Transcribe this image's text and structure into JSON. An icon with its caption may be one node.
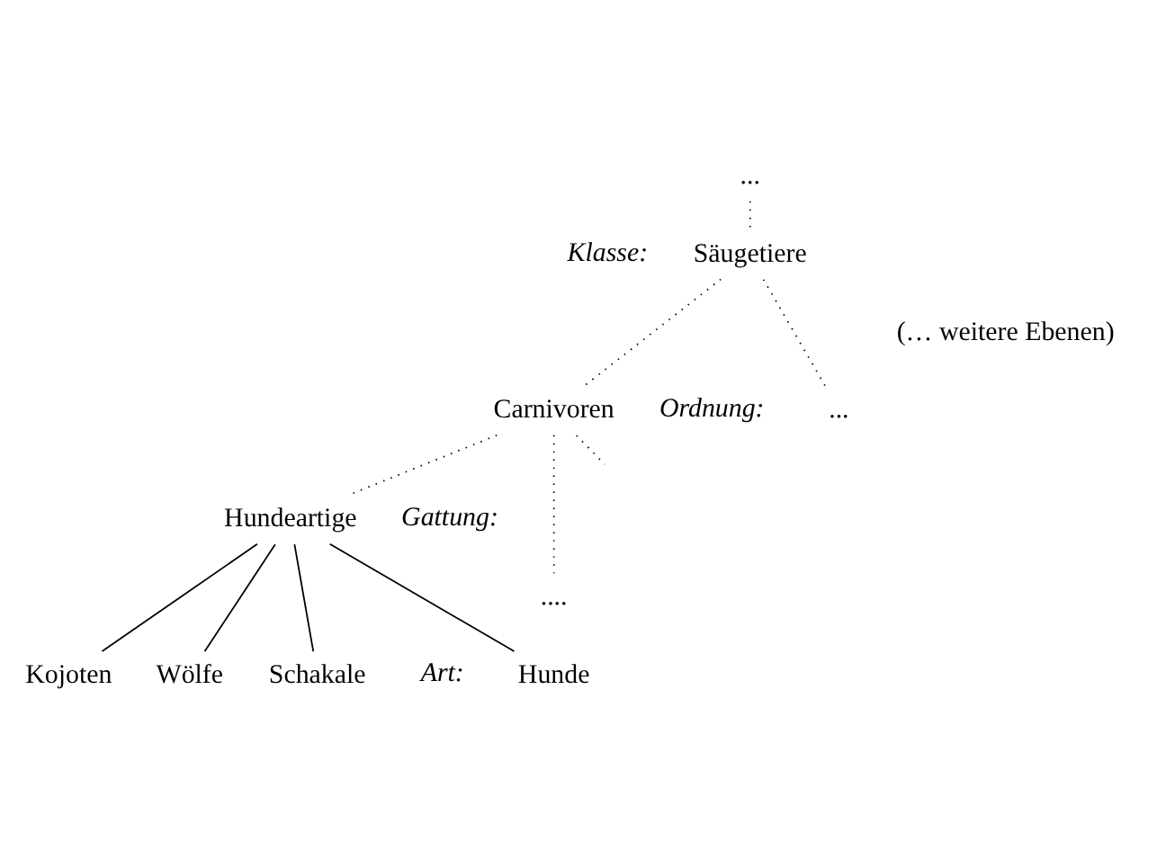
{
  "diagram": {
    "nodes": [
      {
        "text": [
          "..."
        ]
      },
      {
        "text": [
          "Säugetiere"
        ]
      },
      {
        "text": [
          "Carnivoren"
        ]
      },
      {
        "text": [
          "..."
        ]
      },
      {
        "text": [
          "Hundeartige"
        ]
      },
      {
        "text": [
          "...."
        ]
      },
      {
        "text": [
          "Hunde"
        ]
      },
      {
        "text": [
          "Kojoten"
        ]
      },
      {
        "text": [
          "Wölfe"
        ]
      },
      {
        "text": [
          "Schakale"
        ]
      }
    ],
    "edges": [
      {
        "from": 0,
        "to": 1,
        "arrow": "none",
        "style": "dashed"
      },
      {
        "from": 1,
        "to": 2,
        "arrow": "none",
        "style": "dashed"
      },
      {
        "from": 1,
        "to": 3,
        "arrow": "none",
        "style": "dashed"
      },
      {
        "from": 2,
        "to": 4,
        "arrow": "none",
        "style": "dashed"
      },
      {
        "from": 2,
        "to": null,
        "arrow": "none",
        "style": "dashed"
      },
      {
        "from": 2,
        "to": 5,
        "arrow": "none",
        "style": "dashed"
      },
      {
        "from": 4,
        "to": 6,
        "arrow": "none"
      },
      {
        "from": 4,
        "to": 7,
        "arrow": "none"
      },
      {
        "from": 4,
        "to": 8,
        "arrow": "none"
      },
      {
        "from": 4,
        "to": 9,
        "arrow": "none"
      }
    ],
    "labels": [
      "Klasse:",
      "(… weitere Ebenen)",
      "Ordnung:",
      "Gattung:",
      "Art:"
    ]
  }
}
